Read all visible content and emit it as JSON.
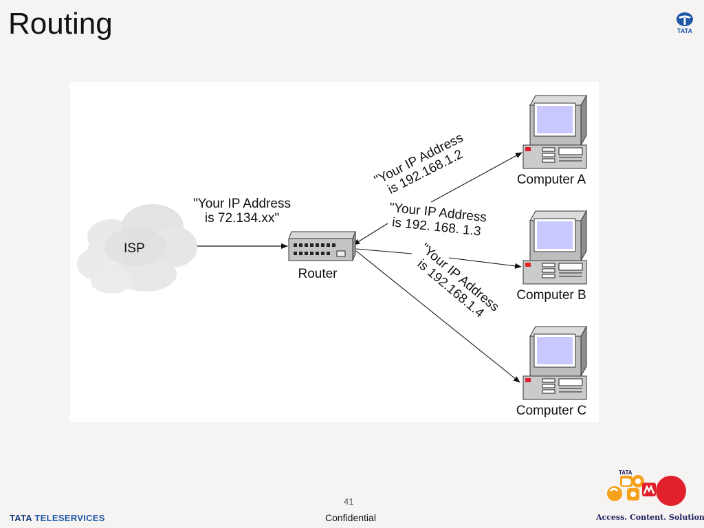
{
  "slide": {
    "title": "Routing",
    "page_number": "41",
    "confidential": "Confidential"
  },
  "brand": {
    "logo_text": "TATA",
    "footer_brand_part1": "TATA",
    "footer_brand_part2": "TELESERVICES",
    "docomo_logo_text": "TATA",
    "tagline": "Access. Content. Solutions."
  },
  "diagram": {
    "isp_label": "ISP",
    "isp_message_line1": "\"Your IP Address",
    "isp_message_line2": "is 72.134.xx\"",
    "router_label": "Router",
    "computers": [
      {
        "label": "Computer A",
        "message_line1": "\"Your IP Address",
        "message_line2": "is 192.168.1.2"
      },
      {
        "label": "Computer B",
        "message_line1": "\"Your IP Address",
        "message_line2": "is 192. 168. 1.3"
      },
      {
        "label": "Computer C",
        "message_line1": "\"Your IP Address",
        "message_line2": "is 192.168.1.4"
      }
    ]
  },
  "colors": {
    "brand_blue": "#1f56a8",
    "docomo_orange": "#f5a11c",
    "docomo_red": "#e0202a",
    "screen_blue": "#c8c8ff"
  }
}
